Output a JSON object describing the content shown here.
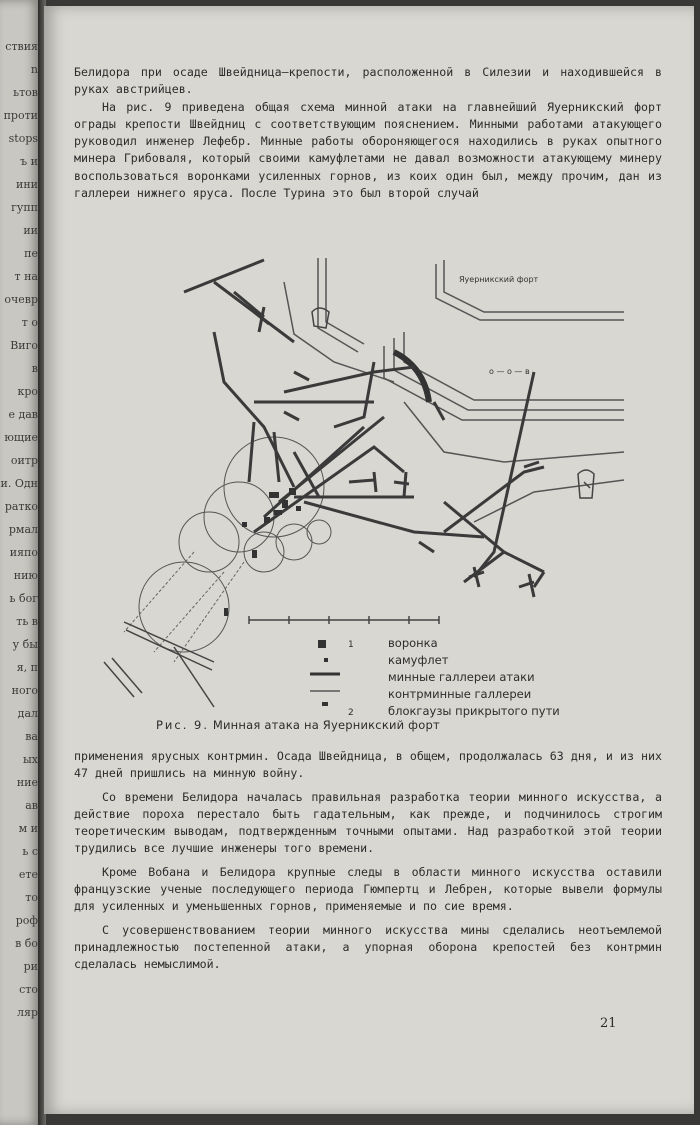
{
  "left_page": {
    "fragments": [
      "ствия",
      "n",
      "ьтов",
      "проти",
      "stops",
      "ъ и",
      "ини",
      "гупп",
      "ии",
      "пе",
      "т на",
      "очевр",
      "т о",
      "Виго",
      "в",
      "кро",
      "е дав",
      "ющие",
      "оитр",
      "и. Одн",
      "ратко",
      "рмал",
      "ияпо",
      "нию",
      "ь бог",
      "ть в",
      "у бы",
      "я, п",
      "ного",
      "дал",
      "ва",
      "ых",
      "ние",
      "ав",
      "м и",
      "ь с",
      "ете",
      "то",
      "роф",
      "в бо",
      "ри",
      "сто",
      "ляр"
    ]
  },
  "text_top": [
    "Белидора при осаде Швейдница—крепости, расположенной в Силезии и находившейся в руках австрийцев.",
    "На рис. 9 приведена общая схема минной атаки на главнейший Яуерникский форт ограды крепости Швейдниц с соответствующим пояснением. Минными работами атакующего руководил инженер Лефебр. Минные работы обороняющегося находились в руках опытного минера Грибоваля, который своими камуфлетами не давал возможности атакующему минеру воспользоваться воронками усиленных горнов, из коих один был, между прочим, дан из галлереи нижнего яруса. После Турина это был второй случай"
  ],
  "figure": {
    "fort_label": "Яуерникский форт",
    "path_label": "о — о — в",
    "legend": [
      {
        "marker": "1",
        "label": "воронка"
      },
      {
        "marker": "",
        "label": "камуфлет"
      },
      {
        "marker": "",
        "label": "минные галлереи атаки"
      },
      {
        "marker": "",
        "label": "контрминные галлереи"
      },
      {
        "marker": "2",
        "label": "блокгаузы прикрытого пути"
      }
    ],
    "caption_label": "Рис. 9.",
    "caption_text": "Минная атака на Яуерникский форт"
  },
  "text_bottom": [
    "применения ярусных контрмин. Осада Швейдница, в общем, продолжалась 63 дня, и из них 47 дней пришлись на минную войну.",
    "Со времени Белидора началась правильная разработка теории минного искусства, а действие пороха перестало быть гадательным, как прежде, и подчинилось строгим теоретическим выводам, подтвержденным точными опытами. Над разработкой этой теории трудились все лучшие инженеры того времени.",
    "Кроме Вобана и Белидора крупные следы в области минного искусства оставили французские ученые последующего периода Гюмпертц и Лебрен, которые вывели формулы для усиленных и уменьшенных горнов, применяемые и по сие время.",
    "С усовершенствованием теории минного искусства мины сделались неотъемлемой принадлежностью постепенной атаки, а упорная оборона крепостей без контрмин сделалась немыслимой."
  ],
  "page_number": "21",
  "colors": {
    "paper": "#d9d7d1",
    "ink": "#2c2c2c",
    "background": "#3a3836"
  }
}
